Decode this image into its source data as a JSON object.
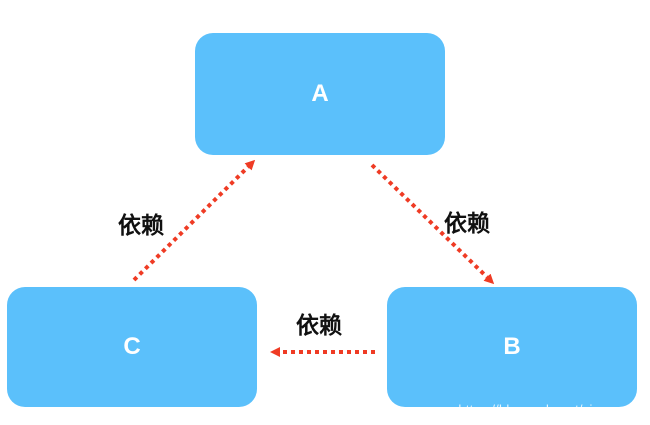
{
  "nodes": {
    "a": {
      "label": "A"
    },
    "b": {
      "label": "B"
    },
    "c": {
      "label": "C"
    }
  },
  "edges": {
    "c_to_a": {
      "label": "依赖"
    },
    "a_to_b": {
      "label": "依赖"
    },
    "b_to_c": {
      "label": "依赖"
    }
  },
  "colors": {
    "node_fill": "#5bc0fb",
    "node_text": "#ffffff",
    "arrow": "#ef3b24",
    "label_text": "#111111"
  },
  "watermark": "https://blog.csdn.net/xiaoaww"
}
